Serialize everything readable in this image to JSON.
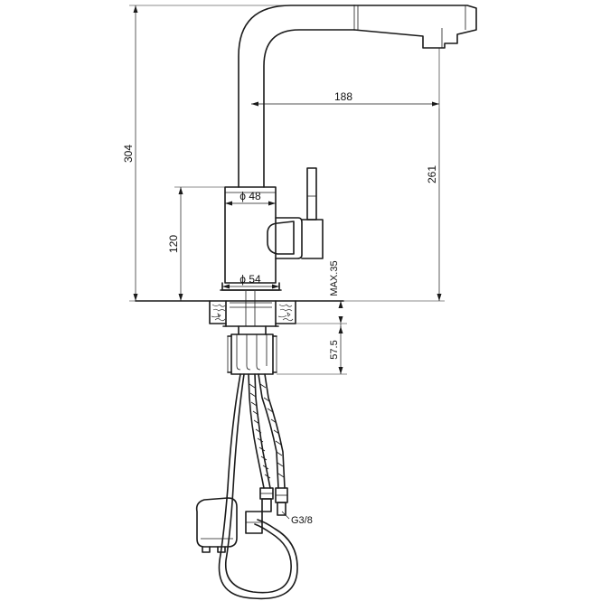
{
  "dimensions": {
    "total_height": "304",
    "spout_reach": "188",
    "spout_height": "261",
    "body_height": "120",
    "body_diameter": "ϕ 48",
    "base_diameter": "ϕ 54",
    "max_worktop_thickness": "MAX.35",
    "shank_length": "57.5"
  },
  "connections": {
    "hose_thread": "G3/8"
  },
  "colors": {
    "line": "#1a1a1a",
    "background": "#ffffff"
  }
}
